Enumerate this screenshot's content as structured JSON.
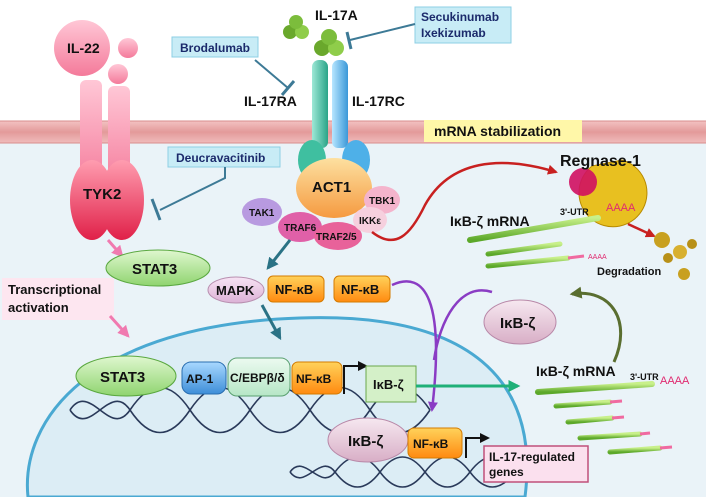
{
  "ligands": {
    "il17a": "IL-17A",
    "il22": "IL-22"
  },
  "receptors": {
    "il17ra": "IL-17RA",
    "il17rc": "IL-17RC"
  },
  "drugs": {
    "brodalumab": "Brodalumab",
    "secukinumab": "Secukinumab",
    "ixekizumab": "Ixekizumab",
    "deucravacitinib": "Deucravacitinib"
  },
  "proteins": {
    "tyk2": "TYK2",
    "act1": "ACT1",
    "tak1": "TAK1",
    "traf6": "TRAF6",
    "traf25": "TRAF2/5",
    "tbk1": "TBK1",
    "ikke": "IKKε",
    "stat3_cyto": "STAT3",
    "mapk": "MAPK",
    "nfkb_cyto_1": "NF-κB",
    "nfkb_cyto_2": "NF-κB",
    "ikbz_cyto": "IκB-ζ",
    "regnase": "Regnase-1",
    "stat3_nuc": "STAT3",
    "ap1": "AP-1",
    "cebp": "C/EBPβ/δ",
    "nfkb_nuc_1": "NF-κB",
    "ikbz_gene": "IκB-ζ",
    "ikbz_nuc": "IκB-ζ",
    "nfkb_nuc_2": "NF-κB"
  },
  "labels": {
    "mrna_stabilization": "mRNA stabilization",
    "ikbz_mrna_top": "IκB-ζ mRNA",
    "utr_top": "3'-UTR",
    "aaaa_top": "AAAA",
    "degradation": "Degradation",
    "transcriptional_line1": "Transcriptional",
    "transcriptional_line2": "activation",
    "ikbz_mrna_bottom": "IκB-ζ mRNA",
    "utr_bottom": "3'-UTR",
    "aaaa_bottom": "AAAA",
    "aaaa_small": "AAAA",
    "il17_genes_line1": "IL-17-regulated",
    "il17_genes_line2": "genes"
  },
  "colors": {
    "membrane": "#e8a6a6",
    "cytoplasm": "#eaf3f8",
    "nucleus_fill": "#dcedf5",
    "nucleus_border": "#4aa9d2",
    "drug_box": "#c8ecf6",
    "nfkb": "#ffa41c",
    "stat3": "#a7e48e",
    "ikbz": "#e4c8da",
    "act1": "#f7a860",
    "receptor_ra": "#3fbfa0",
    "receptor_rc": "#4eb0e8",
    "il17a": "#7cbd3c",
    "arrow_teal": "#2a7285",
    "arrow_green": "#1fb078",
    "arrow_purple": "#8a3cc4",
    "arrow_olive": "#5a6e30",
    "arrow_red": "#c82020",
    "arrow_pink": "#f07ab0"
  },
  "icons": [
    "inhibition-t-bar",
    "arrow",
    "promoter-arrow",
    "dna-double-helix",
    "mrna-strand",
    "degradation-fragments"
  ]
}
